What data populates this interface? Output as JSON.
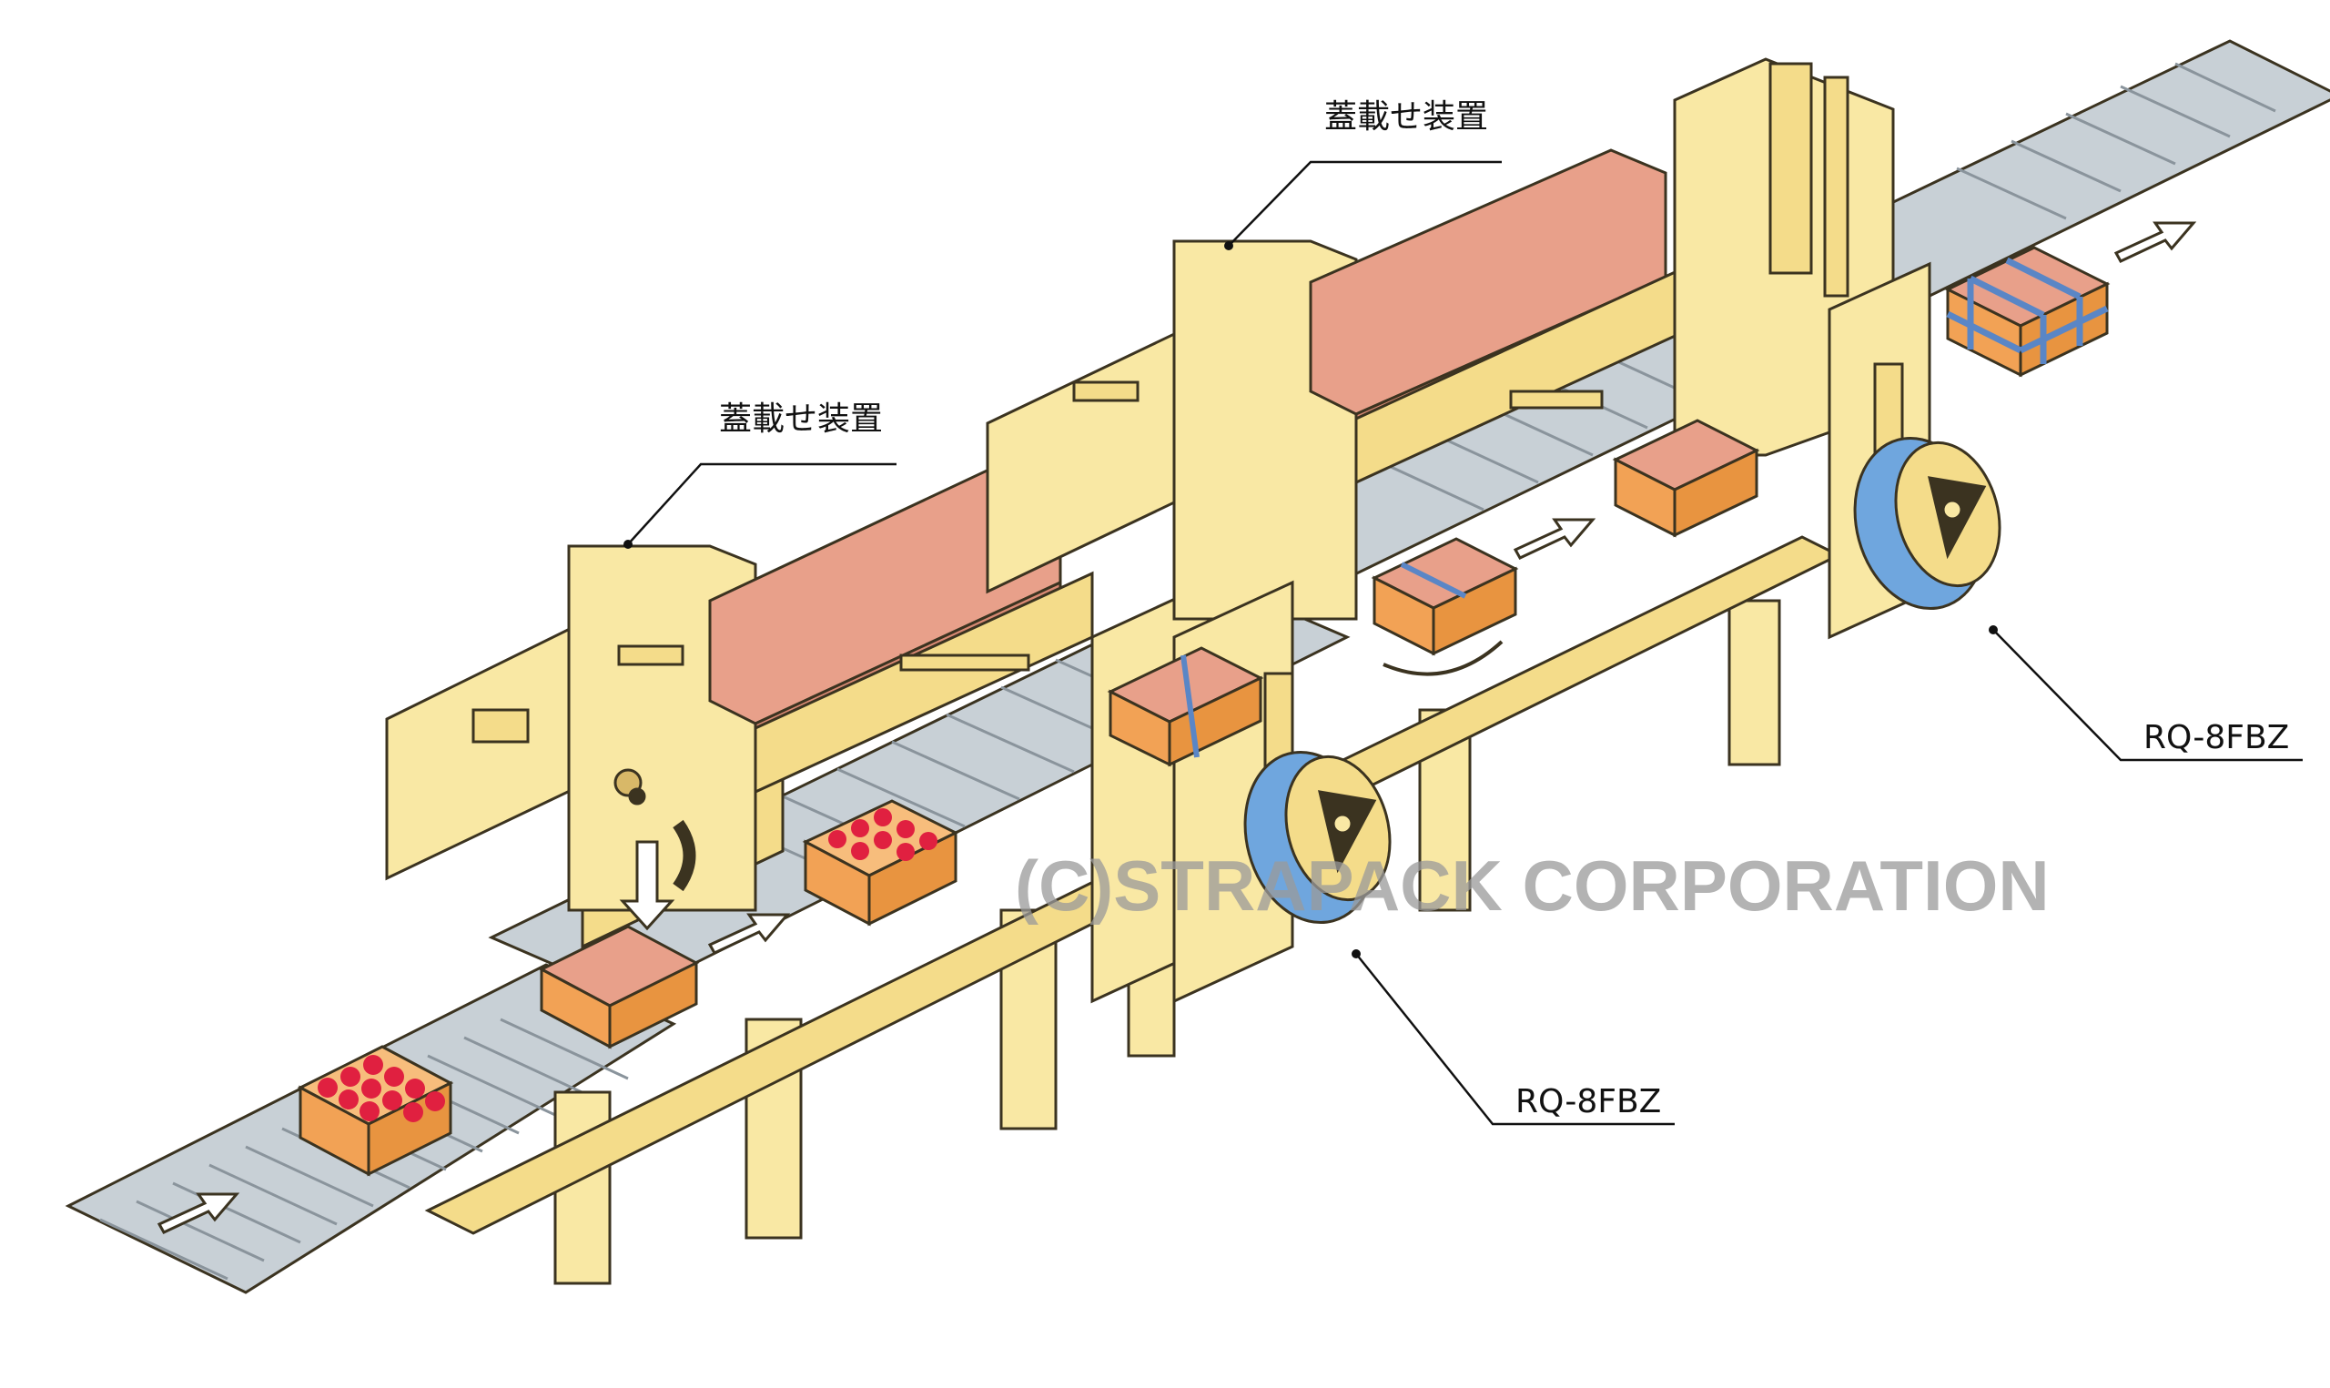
{
  "labels": {
    "lid_device_left": "蓋載せ装置",
    "lid_device_right": "蓋載せ装置",
    "strapper_left": "RQ-8FBZ",
    "strapper_right": "RQ-8FBZ"
  },
  "watermark": "(C)STRAPACK CORPORATION",
  "colors": {
    "frame": "#f9e8a4",
    "frame_stroke": "#3b3320",
    "conveyor": "#c8d0d6",
    "conveyor_roller": "#8a949c",
    "lid_stack": "#e8a08a",
    "box": "#f2a255",
    "box_top": "#f7bd7c",
    "strap": "#5a86c6",
    "reel": "#6fa6de",
    "apple": "#e02040",
    "arrow": "#ffffff"
  }
}
